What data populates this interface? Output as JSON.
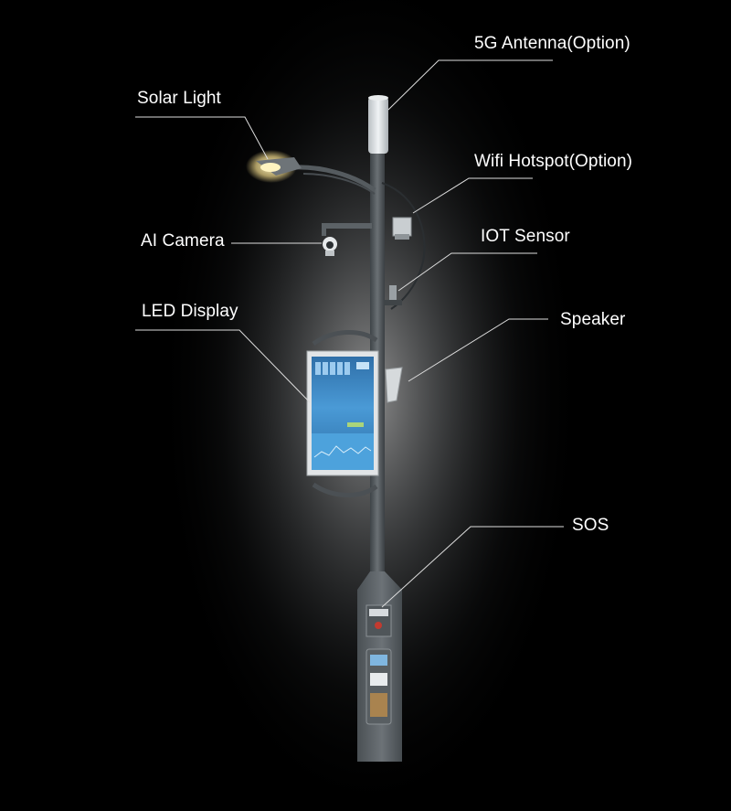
{
  "labels": {
    "antenna": "5G Antenna(Option)",
    "solar_light": "Solar Light",
    "wifi": "Wifi Hotspot(Option)",
    "ai_camera": "AI Camera",
    "iot_sensor": "IOT Sensor",
    "led_display": "LED Display",
    "speaker": "Speaker",
    "sos": "SOS"
  },
  "colors": {
    "background": "#000000",
    "pole": "#5e6468",
    "leader_line": "#dddddd",
    "label_text": "#ffffff",
    "screen": "#3f8fd0",
    "glow": "#ffffff"
  }
}
